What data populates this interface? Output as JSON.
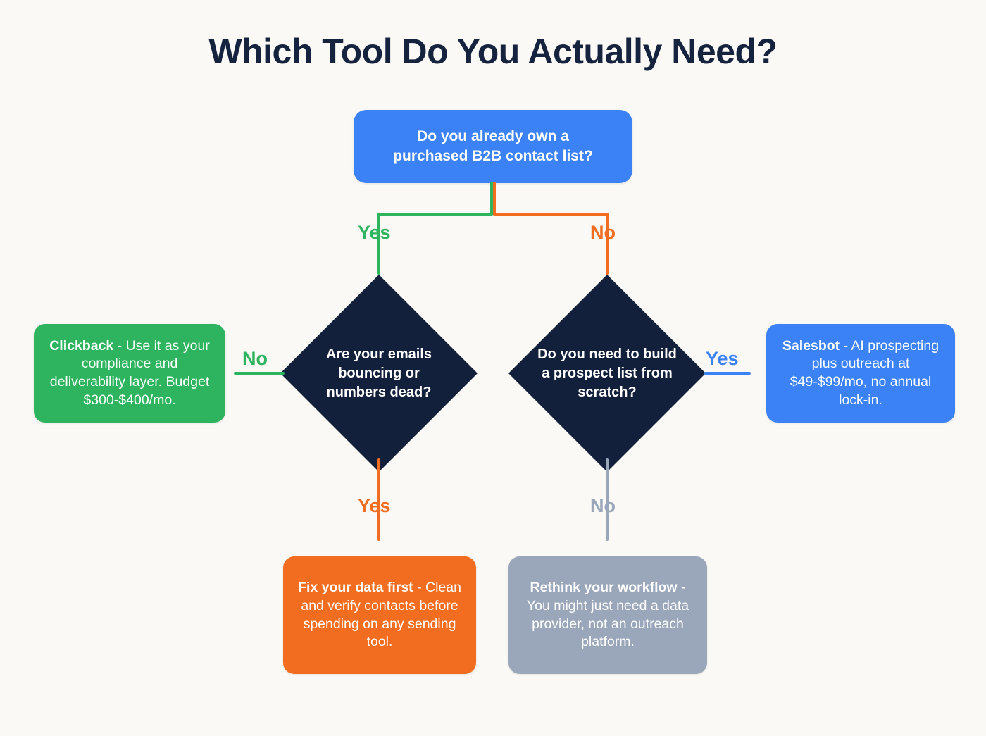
{
  "page": {
    "title": "Which Tool Do You Actually Need?",
    "background_color": "#faf9f5"
  },
  "colors": {
    "blue": "#3b82f6",
    "green": "#2eb45e",
    "orange": "#f26d1f",
    "gray": "#9aa7ba",
    "navy": "#13203c",
    "title_text": "#16233f"
  },
  "chart_data": {
    "type": "diagram",
    "title": "Which Tool Do You Actually Need?",
    "nodes": [
      {
        "id": "root",
        "shape": "rounded-rect",
        "color": "#3b82f6",
        "text": "Do you already own a purchased B2B contact list?"
      },
      {
        "id": "q-left",
        "shape": "diamond",
        "color": "#13203c",
        "text": "Are your emails bouncing or numbers dead?"
      },
      {
        "id": "q-right",
        "shape": "diamond",
        "color": "#13203c",
        "text": "Do you need to build a prospect list from scratch?"
      },
      {
        "id": "clickback",
        "shape": "rounded-rect",
        "color": "#2eb45e",
        "text": "Clickback - Use it as your compliance and deliverability layer. Budget $300-$400/mo."
      },
      {
        "id": "salesbot",
        "shape": "rounded-rect",
        "color": "#3b82f6",
        "text": "Salesbot - AI prospecting plus outreach at $49-$99/mo, no annual lock-in."
      },
      {
        "id": "fixdata",
        "shape": "rounded-rect",
        "color": "#f26d1f",
        "text": "Fix your data first - Clean and verify contacts before spending on any sending tool."
      },
      {
        "id": "rethink",
        "shape": "rounded-rect",
        "color": "#9aa7ba",
        "text": "Rethink your workflow - You might just need a data provider, not an outreach platform."
      }
    ],
    "edges": [
      {
        "from": "root",
        "to": "q-left",
        "label": "Yes",
        "color": "#2eb45e"
      },
      {
        "from": "root",
        "to": "q-right",
        "label": "No",
        "color": "#f26d1f"
      },
      {
        "from": "q-left",
        "to": "clickback",
        "label": "No",
        "color": "#2eb45e"
      },
      {
        "from": "q-left",
        "to": "fixdata",
        "label": "Yes",
        "color": "#f26d1f"
      },
      {
        "from": "q-right",
        "to": "salesbot",
        "label": "Yes",
        "color": "#3b82f6"
      },
      {
        "from": "q-right",
        "to": "rethink",
        "label": "No",
        "color": "#9aa7ba"
      }
    ]
  },
  "nodes": {
    "root": {
      "line1": "Do you already own a",
      "line2": "purchased B2B contact list?"
    },
    "q_left": {
      "line1": "Are your emails",
      "line2": "bouncing or",
      "line3": "numbers dead?"
    },
    "q_right": {
      "line1": "Do you need to",
      "line2": "build a prospect",
      "line3": "list from scratch?"
    },
    "clickback": {
      "strong": "Clickback",
      "rest": " - Use it as your compliance and deliverability layer. Budget $300-$400/mo."
    },
    "salesbot": {
      "strong": "Salesbot",
      "rest": " - AI prospecting plus outreach at $49-$99/mo, no annual lock-in."
    },
    "fixdata": {
      "strong": "Fix your data first",
      "rest": " - Clean and verify contacts before spending on any sending tool."
    },
    "rethink": {
      "strong": "Rethink your workflow",
      "rest": " - You might just need a data provider, not an outreach platform."
    }
  },
  "edge_labels": {
    "root_yes": "Yes",
    "root_no": "No",
    "left_no": "No",
    "left_yes": "Yes",
    "right_yes": "Yes",
    "right_no": "No"
  }
}
